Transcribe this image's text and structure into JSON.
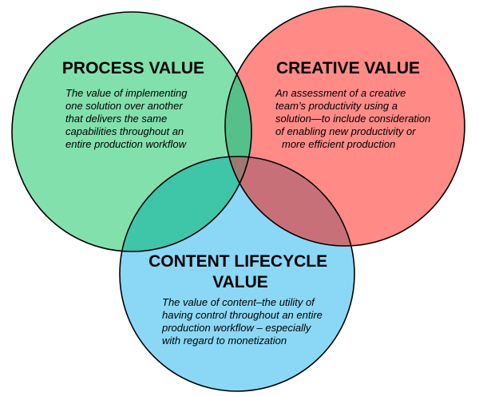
{
  "colors": {
    "process": "#82e0ad",
    "creative": "#ff8a86",
    "content": "#8ad8f5",
    "process_creative_overlap": "#55c08a",
    "process_content_overlap": "#3fc5a8",
    "creative_content_overlap": "#c87078",
    "center_overlap": "#9c7a73",
    "outline": "#000000"
  },
  "circles": [
    {
      "id": "process",
      "title": [
        "PROCESS VALUE"
      ],
      "description": [
        "The value of implementing",
        "one solution over another",
        "that delivers the same",
        "capabilities throughout an",
        "entire production workflow"
      ]
    },
    {
      "id": "creative",
      "title": [
        "CREATIVE VALUE"
      ],
      "description": [
        "An assessment of a creative",
        "team’s productivity using a",
        "solution—to include consideration",
        "of enabling new productivity or",
        "more efficient production"
      ]
    },
    {
      "id": "content",
      "title": [
        "CONTENT LIFECYCLE",
        "VALUE"
      ],
      "description": [
        "The value of content–the utility of",
        "having control throughout an entire",
        "production workflow – especially",
        "with regard to monetization"
      ]
    }
  ]
}
